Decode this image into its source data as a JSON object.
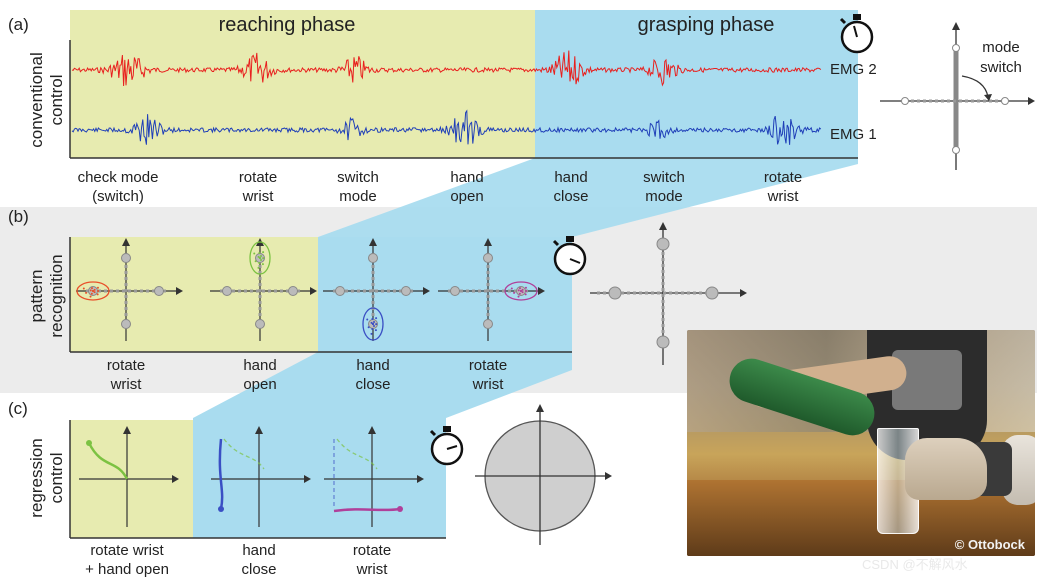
{
  "panel_a": {
    "label": "(a)",
    "row_title": [
      "conventional",
      "control"
    ],
    "phase_reaching": "reaching phase",
    "phase_grasping": "grasping phase",
    "emg2": "EMG 2",
    "emg1": "EMG 1",
    "mode_switch": [
      "mode",
      "switch"
    ],
    "actions": [
      [
        "check mode",
        "(switch)"
      ],
      [
        "rotate",
        "wrist"
      ],
      [
        "switch",
        "mode"
      ],
      [
        "hand",
        "open"
      ],
      [
        "hand",
        "close"
      ],
      [
        "switch",
        "mode"
      ],
      [
        "rotate",
        "wrist"
      ]
    ],
    "colors": {
      "emg2": "#e8201e",
      "emg1": "#1f3fb8",
      "reaching_bg": "#e7ebb0",
      "grasping_bg": "#a9dcef"
    }
  },
  "panel_b": {
    "label": "(b)",
    "row_title": [
      "pattern",
      "recognition"
    ],
    "actions": [
      [
        "rotate",
        "wrist"
      ],
      [
        "hand",
        "open"
      ],
      [
        "hand",
        "close"
      ],
      [
        "rotate",
        "wrist"
      ]
    ],
    "cluster_colors": [
      "#e8502a",
      "#7cc242",
      "#3a4fc4",
      "#b0409a"
    ]
  },
  "panel_c": {
    "label": "(c)",
    "row_title": [
      "regression",
      "control"
    ],
    "actions": [
      [
        "rotate wrist",
        "+ hand open"
      ],
      [
        "hand",
        "close"
      ],
      [
        "rotate",
        "wrist"
      ]
    ],
    "trajectory_colors": [
      "#7cc242",
      "#3a4fc4",
      "#b0409a"
    ]
  },
  "icons": [
    "stopwatch-icon"
  ],
  "photo": {
    "watermark": "© Ottobock"
  },
  "page_watermark": "CSDN @不解风水"
}
